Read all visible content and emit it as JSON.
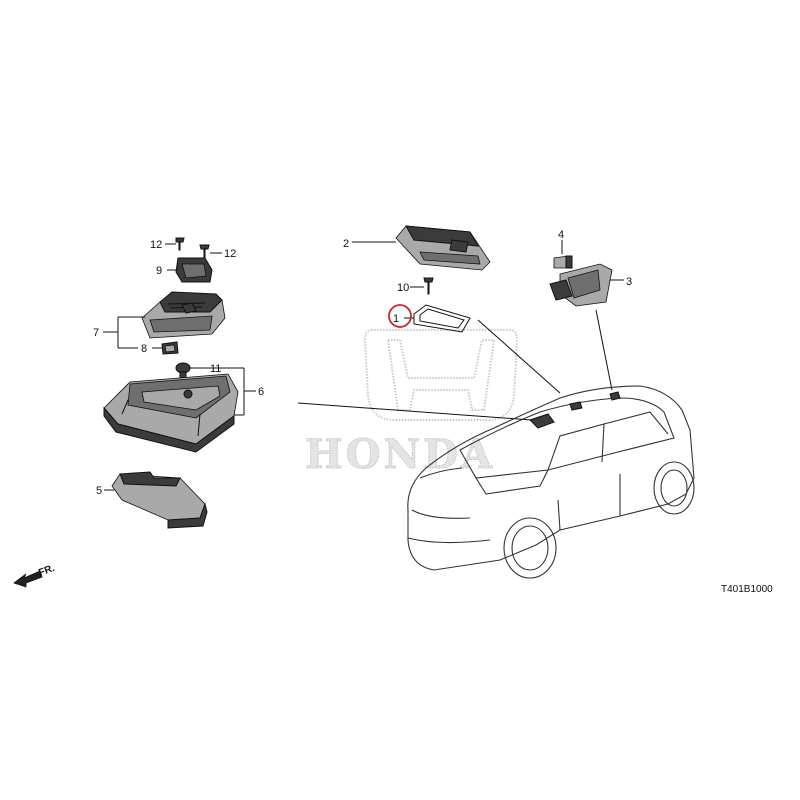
{
  "diagram": {
    "callouts": [
      "1",
      "2",
      "3",
      "4",
      "5",
      "6",
      "7",
      "8",
      "9",
      "10",
      "11",
      "12"
    ],
    "direction_label": "FR.",
    "drawing_code": "T401B1000",
    "watermark": "HONDA",
    "highlight_color": "#d0202a"
  }
}
